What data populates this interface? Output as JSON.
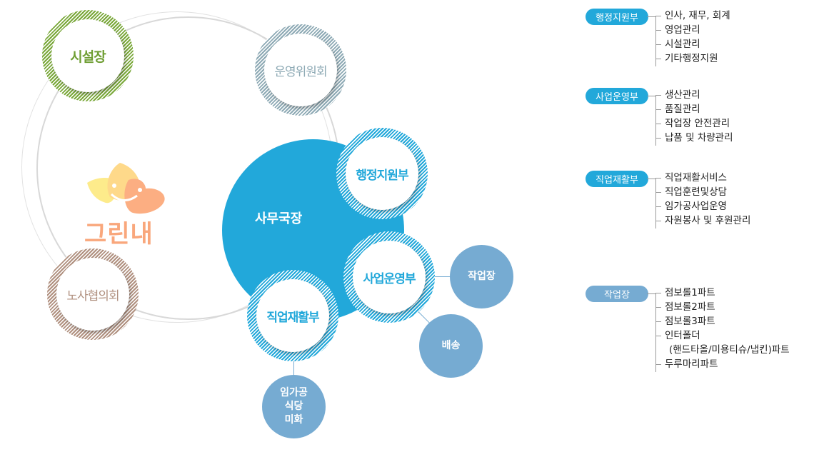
{
  "colors": {
    "primary": "#22a8da",
    "light": "#76abd2",
    "green": "#7aa83a",
    "slate": "#8eaab5",
    "brown": "#b0907f",
    "logo": "#f9a77c"
  },
  "logo": {
    "text": "그린내"
  },
  "nodes": {
    "facility": "시설장",
    "committee": "운영위원회",
    "labor": "노사협의회",
    "director": "사무국장",
    "admin": "행정지원부",
    "business": "사업운영부",
    "rehab": "직업재활부",
    "workshop": "작업장",
    "delivery": "배송",
    "misc": "임가공\n식당\n미화"
  },
  "departments": [
    {
      "name": "행정지원부",
      "items": [
        "인사, 재무, 회계",
        "영업관리",
        "시설관리",
        "기타행정지원"
      ]
    },
    {
      "name": "사업운영부",
      "items": [
        "생산관리",
        "품질관리",
        "작업장 안전관리",
        "납품 및 차량관리"
      ]
    },
    {
      "name": "직업재활부",
      "items": [
        "직업재활서비스",
        "직업훈련및상담",
        "임가공사업운영",
        "자원봉사 및 후원관리"
      ]
    },
    {
      "name": "작업장",
      "items": [
        "점보롤1파트",
        "점보롤2파트",
        "점보롤3파트",
        "인터폴더",
        "(핸드타올/미용티슈/냅킨)파트",
        "두루마리파트"
      ]
    }
  ]
}
